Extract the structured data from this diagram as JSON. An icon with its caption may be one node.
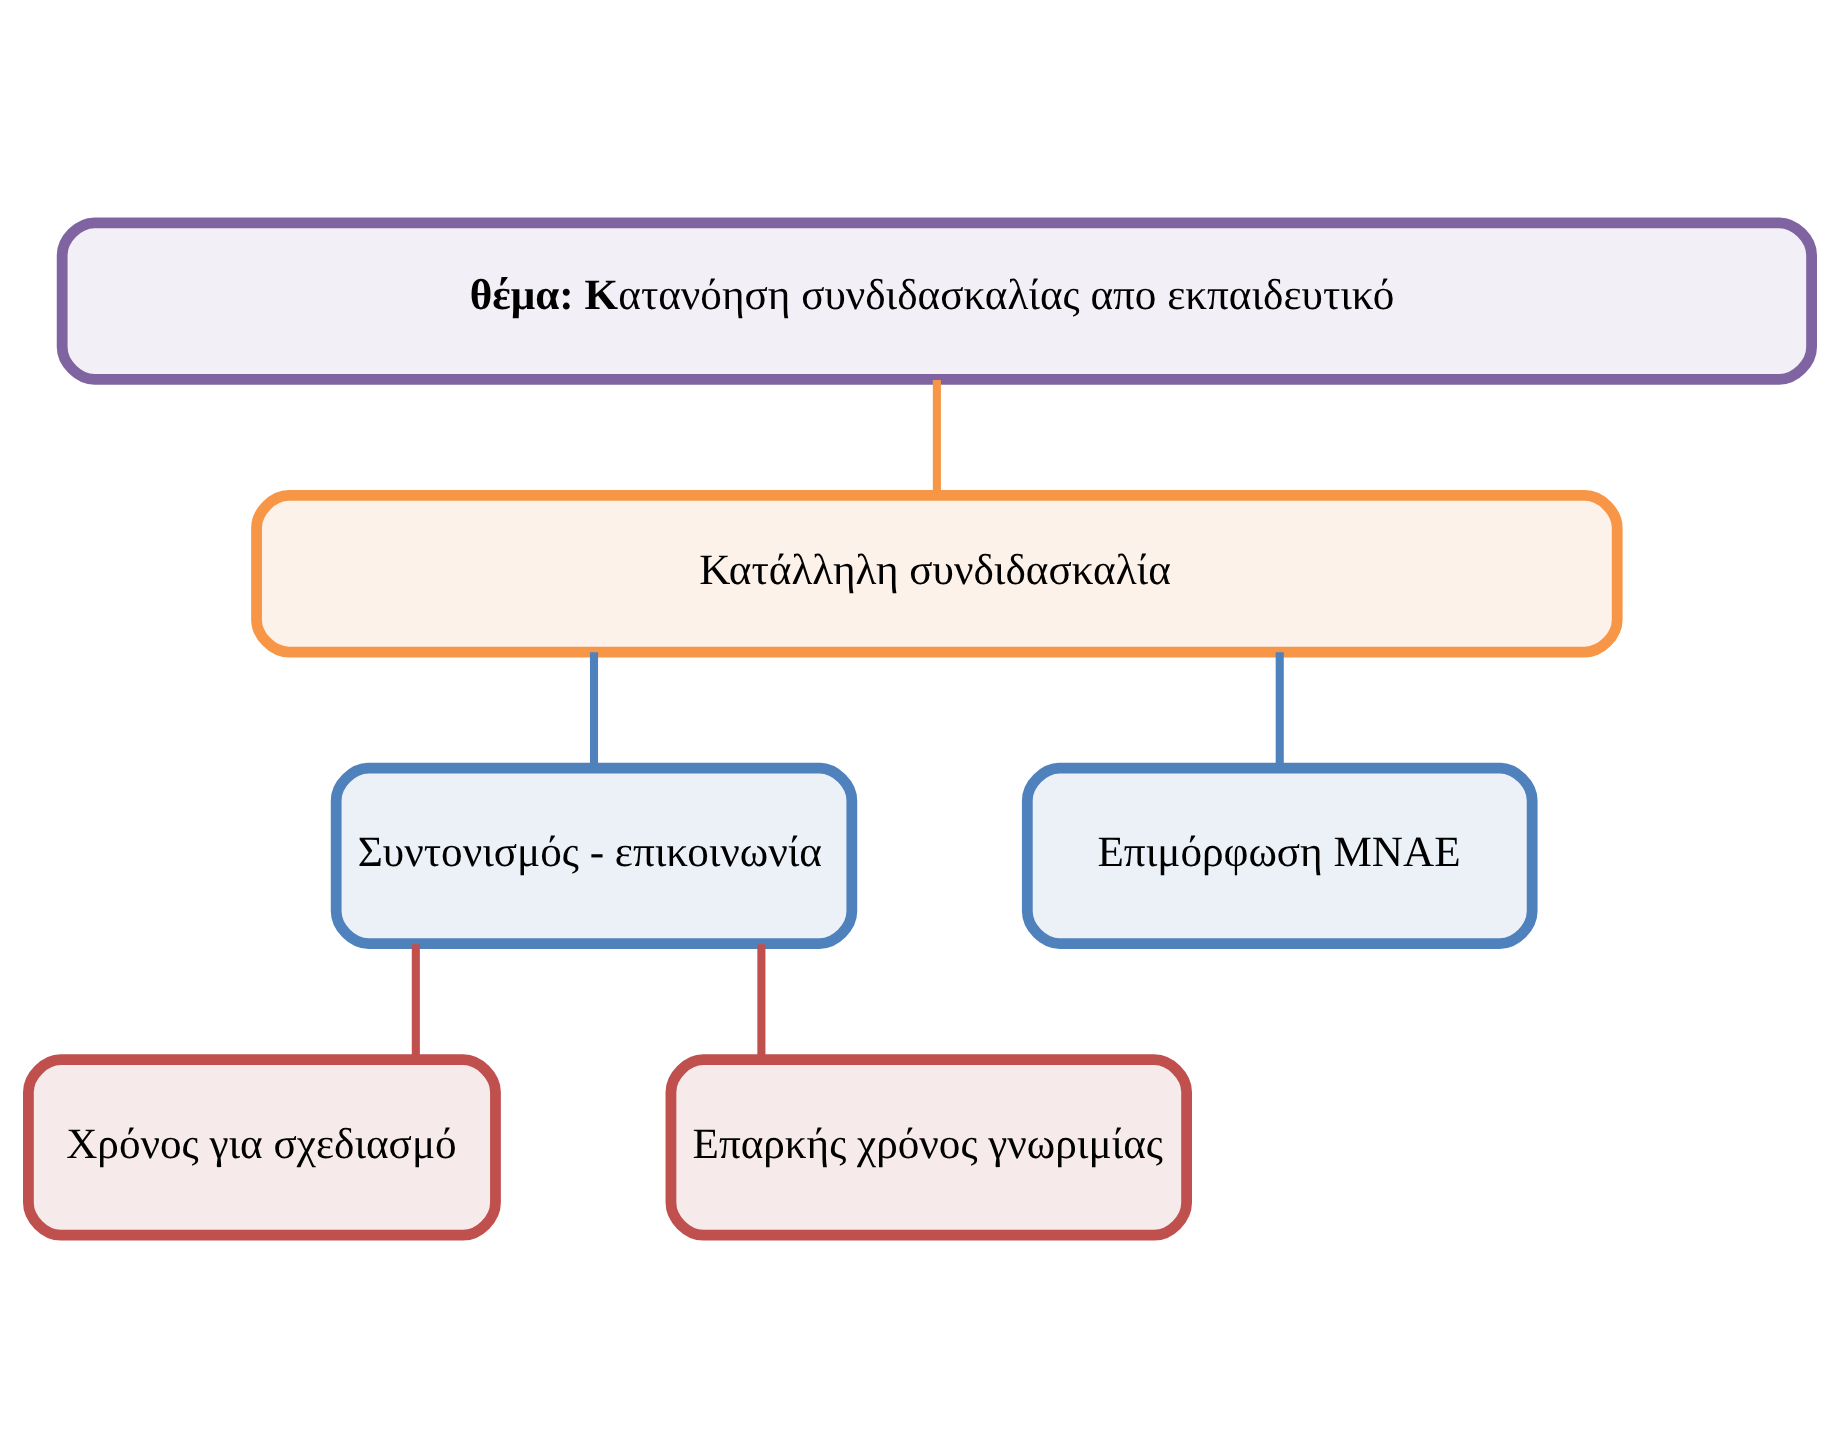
{
  "diagram": {
    "nodes": [
      {
        "text": [
          "**θέμα: Κ**ατανόηση συνδιδασκαλίας απο εκπαιδευτικό"
        ]
      },
      {
        "text": [
          "Κατάλληλη συνδιδασκαλία"
        ]
      },
      {
        "text": [
          "Συντονισμός - επικοινωνία"
        ]
      },
      {
        "text": [
          "Επιμόρφωση ΜΝΑΕ"
        ]
      },
      {
        "text": [
          "Χρόνος για σχεδιασμό"
        ]
      },
      {
        "text": [
          "Επαρκής χρόνος γνωριμίας"
        ]
      }
    ],
    "edges": [
      {
        "from": 0,
        "to": 1,
        "arrow": "none",
        "color": "#f79646"
      },
      {
        "from": 1,
        "to": 2,
        "arrow": "none",
        "color": "#4f81bd"
      },
      {
        "from": 1,
        "to": 3,
        "arrow": "none",
        "color": "#4f81bd"
      },
      {
        "from": 2,
        "to": 4,
        "arrow": "none",
        "color": "#c0504d"
      },
      {
        "from": 2,
        "to": 5,
        "arrow": "none",
        "color": "#c0504d"
      }
    ]
  }
}
